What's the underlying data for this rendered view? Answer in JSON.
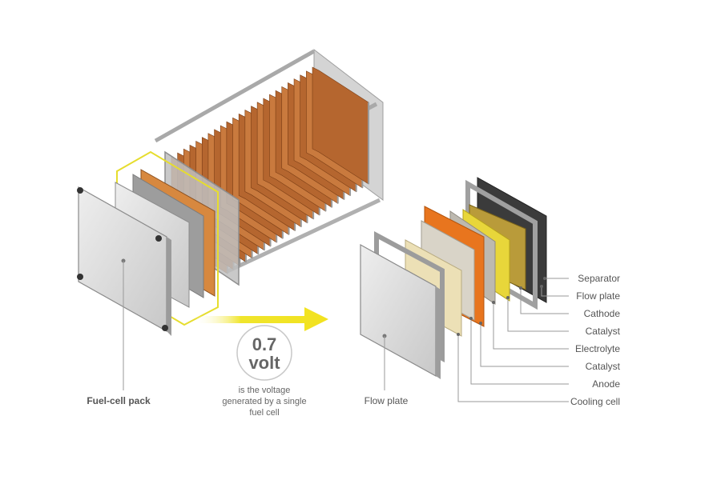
{
  "pack_label": "Fuel-cell pack",
  "voltage": {
    "value": "0.7",
    "unit": "volt",
    "caption_lines": [
      "is the voltage",
      "generated by a single",
      "fuel cell"
    ]
  },
  "flow_plate_label": "Flow plate",
  "layers": [
    {
      "label": "Separator"
    },
    {
      "label": "Flow plate"
    },
    {
      "label": "Cathode"
    },
    {
      "label": "Catalyst"
    },
    {
      "label": "Electrolyte"
    },
    {
      "label": "Catalyst"
    },
    {
      "label": "Anode"
    },
    {
      "label": "Cooling cell"
    }
  ],
  "colors": {
    "highlight": "#e6dd2e",
    "copper": "#b8652c",
    "orange_plate": "#e8751e",
    "yellow_plate": "#e8d63a",
    "cream_plate": "#ece0b6",
    "steel": "#c9c9c9"
  }
}
